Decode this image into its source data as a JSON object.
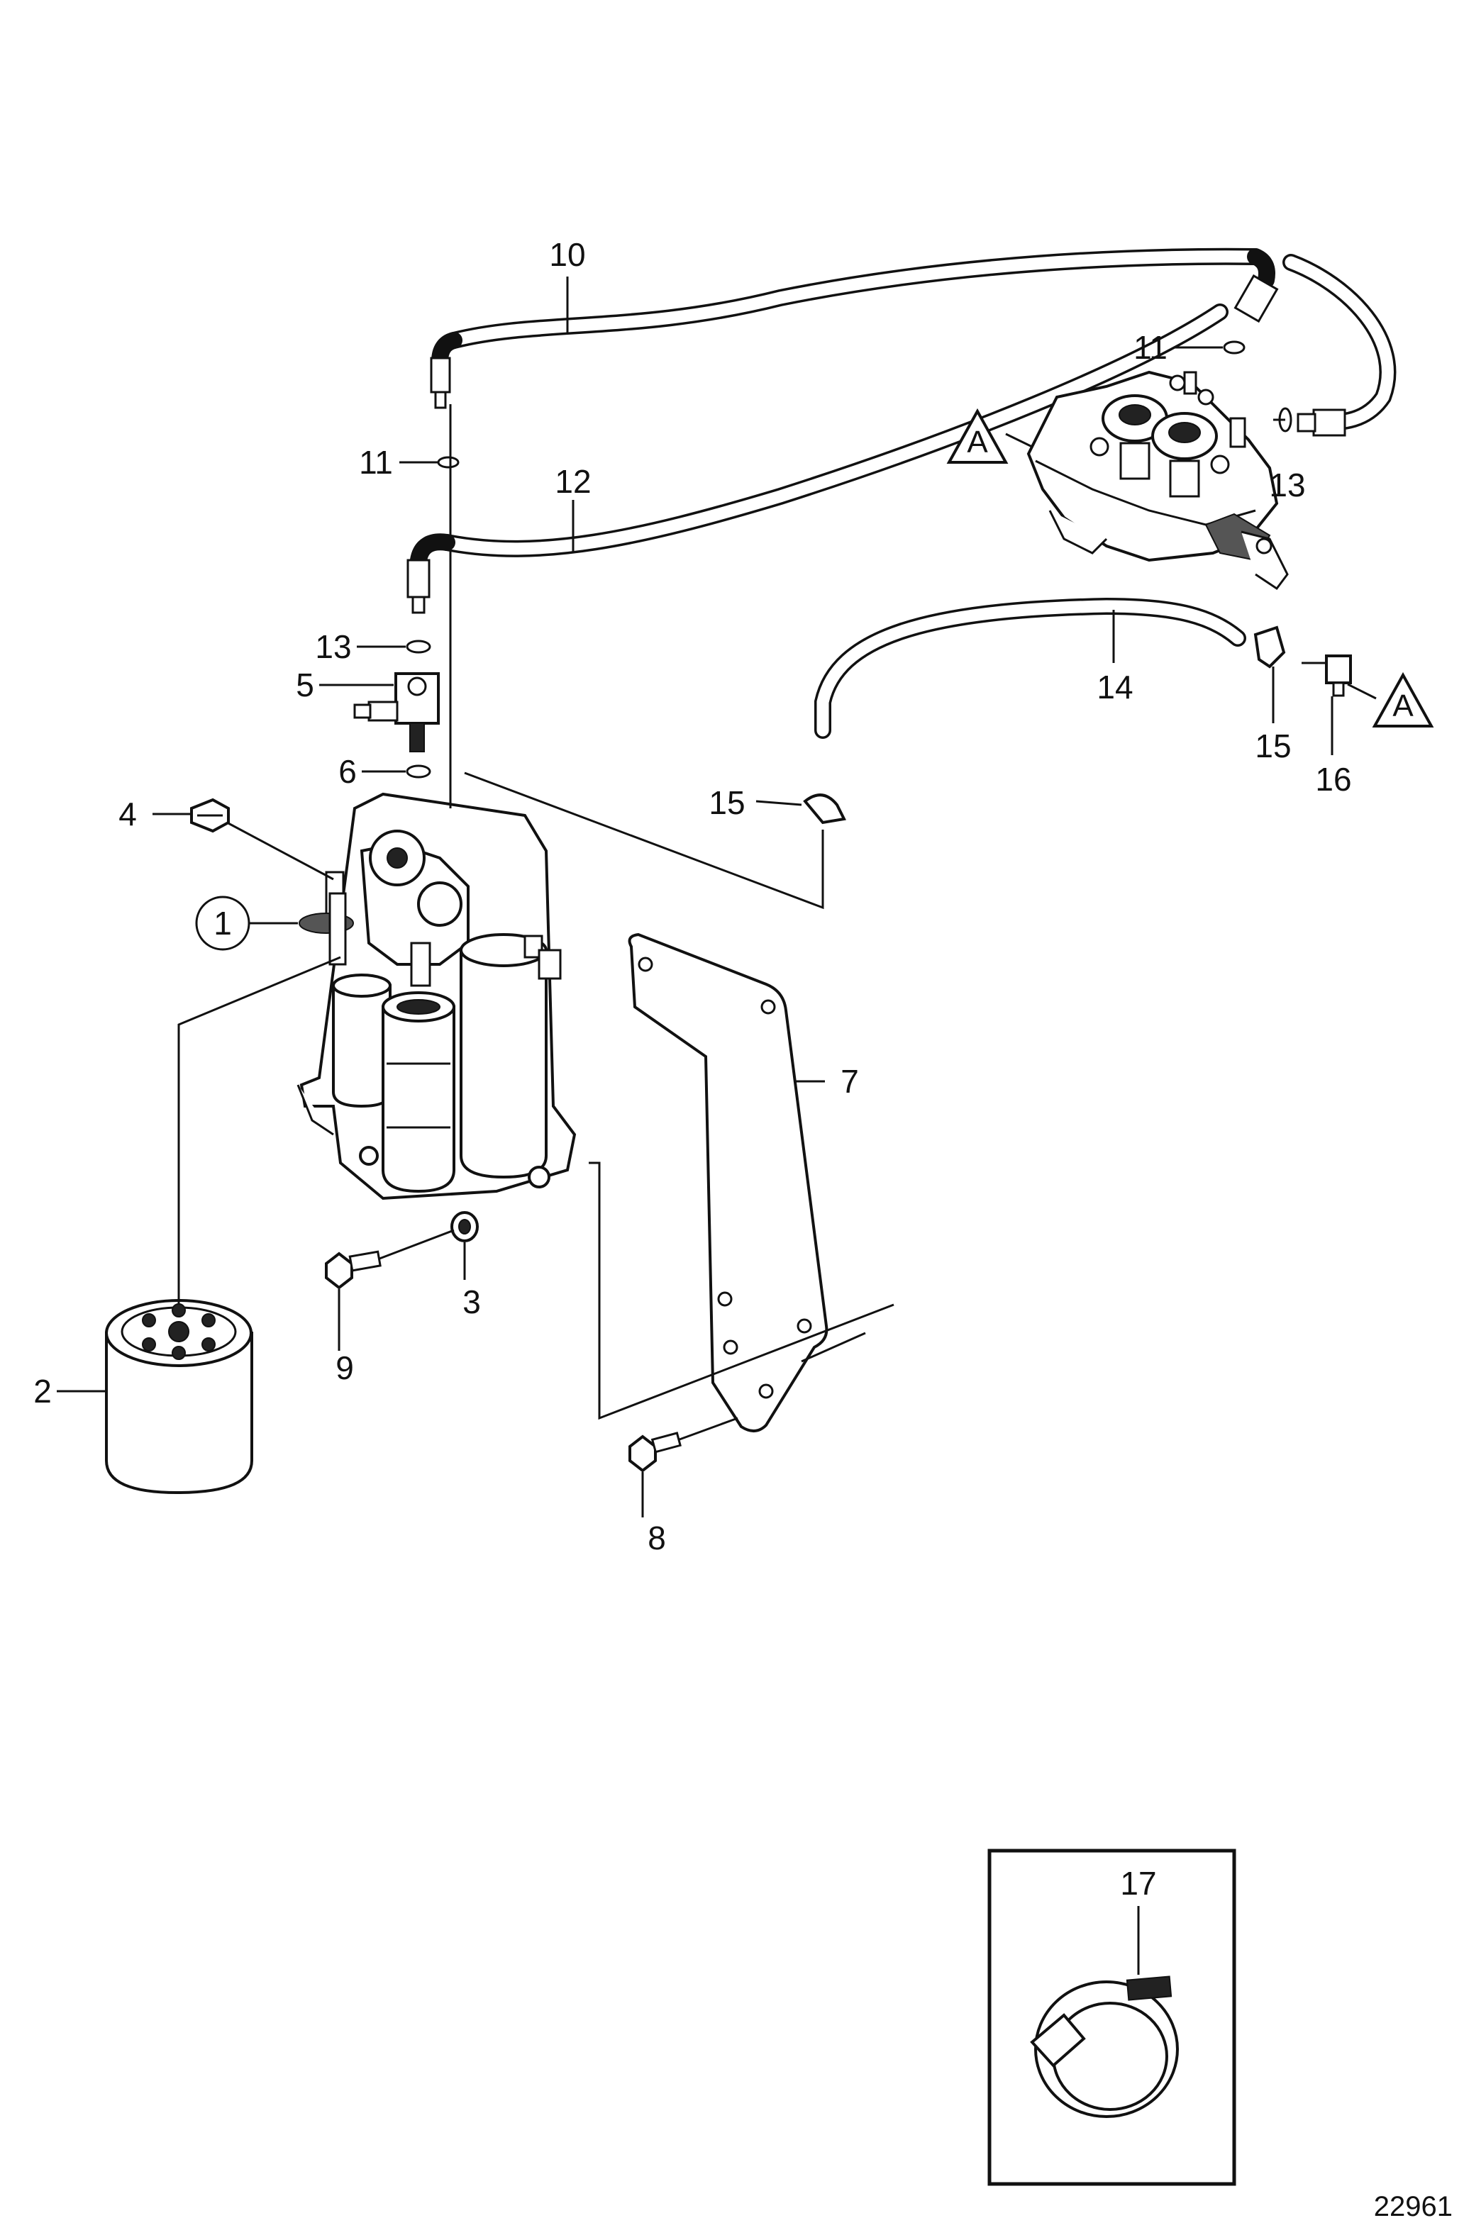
{
  "drawing_number": "22961",
  "reference_marker": "A",
  "callouts": {
    "p1": "1",
    "p2": "2",
    "p3": "3",
    "p4": "4",
    "p5": "5",
    "p6": "6",
    "p7": "7",
    "p8": "8",
    "p9": "9",
    "p10": "10",
    "p11a": "11",
    "p11b": "11",
    "p12": "12",
    "p13a": "13",
    "p13b": "13",
    "p14": "14",
    "p15a": "15",
    "p15b": "15",
    "p16": "16",
    "p17": "17"
  }
}
